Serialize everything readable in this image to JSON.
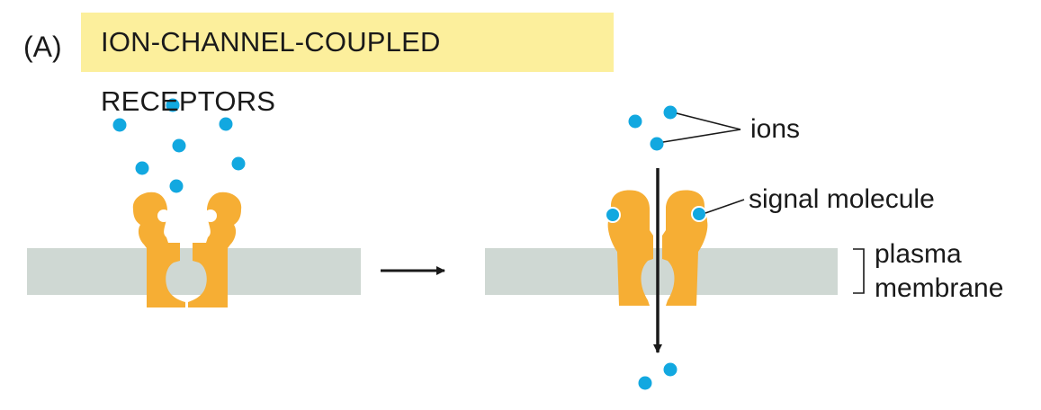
{
  "panel_letter": "(A)",
  "title": "ION-CHANNEL-COUPLED RECEPTORS",
  "labels": {
    "ions": "ions",
    "signal_molecule": "signal molecule",
    "plasma": "plasma",
    "membrane": "membrane"
  },
  "colors": {
    "title_background": "#fcef9c",
    "membrane": "#cfd8d3",
    "receptor": "#f6ae34",
    "ion": "#12a8e0",
    "text": "#1a1a1a"
  }
}
